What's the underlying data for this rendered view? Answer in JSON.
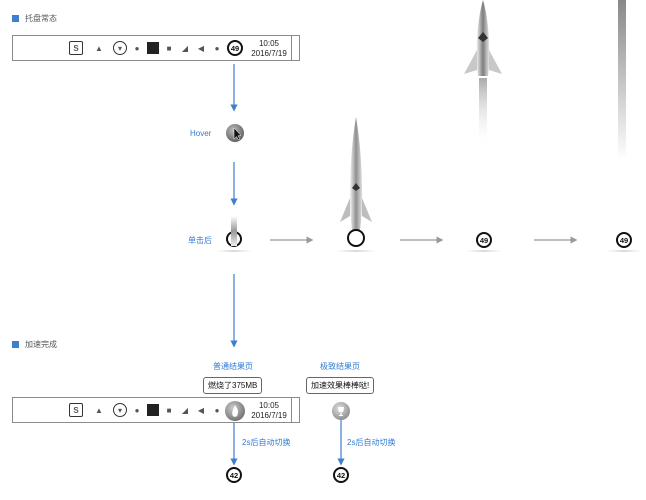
{
  "sections": {
    "tray_normal": "托盘常态",
    "speedup_done": "加速完成"
  },
  "taskbar": {
    "icons": [
      "sogou-s-icon",
      "triangle-up-icon",
      "shield-icon",
      "rocket-icon",
      "app-icon",
      "chat-icon",
      "network-signal-icon",
      "speaker-icon",
      "cloud-icon"
    ],
    "time": "10:05",
    "date": "2016/7/19",
    "badge_value": "49"
  },
  "flow": {
    "hover_label": "Hover",
    "click_label": "单击后",
    "badge_49": "49"
  },
  "finish": {
    "normal_result_label": "普通结果页",
    "extreme_result_label": "极致结果页",
    "normal_bubble": "燃烧了375MB",
    "extreme_bubble": "加速效果棒棒哒!",
    "auto_switch_1": "2s后自动切换",
    "auto_switch_2": "2s后自动切换",
    "badge_42_a": "42",
    "badge_42_b": "42",
    "time": "10:05",
    "date": "2016/7/19"
  },
  "colors": {
    "accent_blue": "#3f7fd0",
    "label_blue": "#2f7bd6",
    "arrow_gray": "#9a9a9a"
  }
}
